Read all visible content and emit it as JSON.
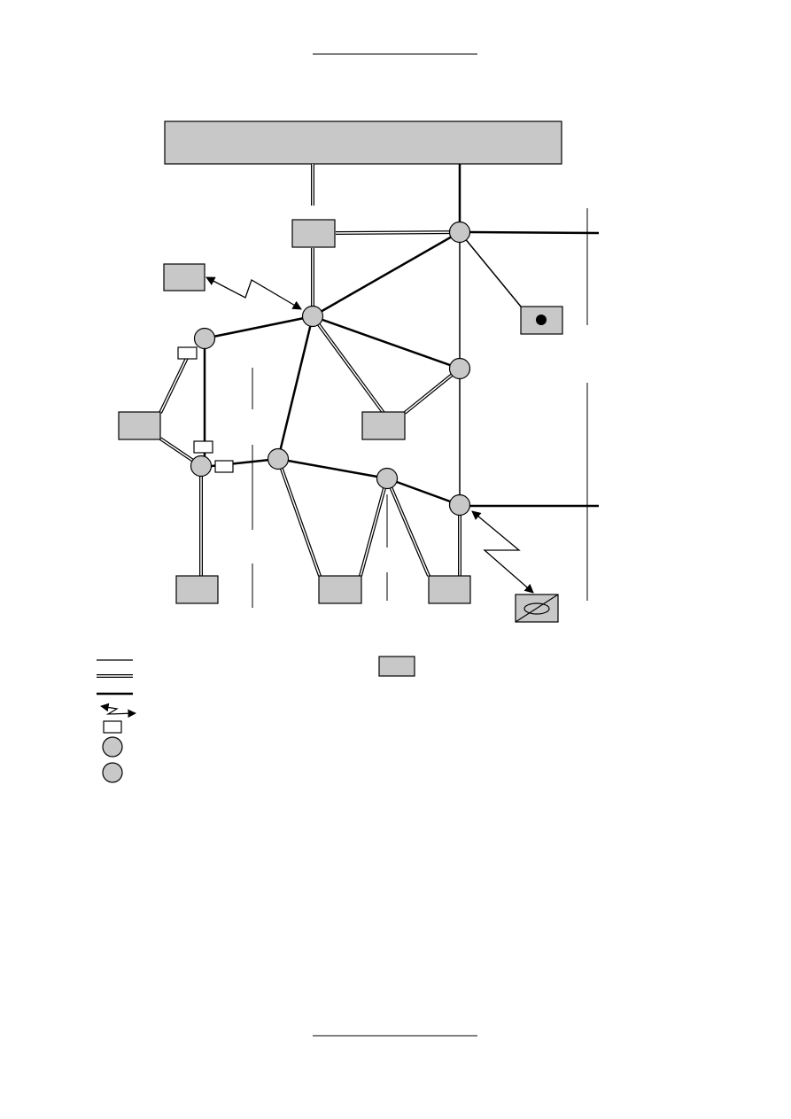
{
  "diagram": {
    "top_bar": {
      "label": ""
    },
    "nodes": [
      {
        "id": "n1",
        "label": ""
      },
      {
        "id": "n2",
        "label": ""
      },
      {
        "id": "n3",
        "label": ""
      },
      {
        "id": "n4",
        "label": ""
      },
      {
        "id": "n5",
        "label": ""
      },
      {
        "id": "n6",
        "label": ""
      },
      {
        "id": "n7",
        "label": ""
      },
      {
        "id": "n8",
        "label": ""
      }
    ],
    "boxes": [
      {
        "id": "b1",
        "label": ""
      },
      {
        "id": "b2",
        "label": ""
      },
      {
        "id": "b3",
        "label": ""
      },
      {
        "id": "b4",
        "label": ""
      },
      {
        "id": "b5",
        "label": ""
      },
      {
        "id": "b6",
        "label": ""
      },
      {
        "id": "b7",
        "label": ""
      },
      {
        "id": "b8",
        "label": ""
      },
      {
        "id": "b9",
        "label": ""
      }
    ]
  },
  "legend": {
    "items": [
      {
        "symbol": "single-line",
        "label": ""
      },
      {
        "symbol": "double-line",
        "label": ""
      },
      {
        "symbol": "thick-line",
        "label": ""
      },
      {
        "symbol": "radio-link",
        "label": ""
      },
      {
        "symbol": "small-rect",
        "label": ""
      },
      {
        "symbol": "circle-node",
        "label": ""
      },
      {
        "symbol": "circle-node",
        "label": ""
      },
      {
        "symbol": "gray-box",
        "label": ""
      }
    ]
  },
  "colors": {
    "fill_gray": "#c8c8c8",
    "stroke": "#000000",
    "background": "#ffffff"
  }
}
